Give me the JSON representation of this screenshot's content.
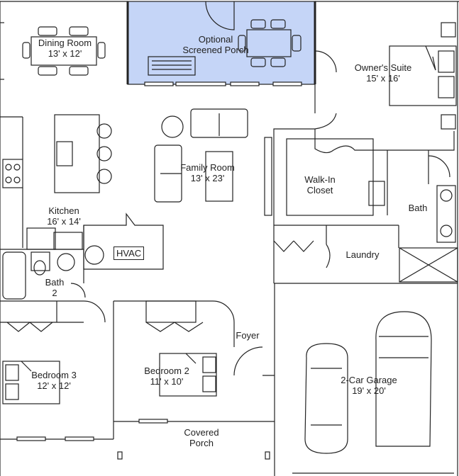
{
  "rooms": {
    "dining": {
      "name": "Dining Room",
      "size": "13' x 12'"
    },
    "porch": {
      "name_line1": "Optional",
      "name_line2": "Screened Porch"
    },
    "owners": {
      "name": "Owner's Suite",
      "size": "15' x 16'"
    },
    "family": {
      "name": "Family Room",
      "size": "13' x 23'"
    },
    "walkin": {
      "name_line1": "Walk-In",
      "name_line2": "Closet"
    },
    "kitchen": {
      "name": "Kitchen",
      "size": "16' x 14'"
    },
    "hvac": {
      "name": "HVAC"
    },
    "bath_owner": {
      "name": "Bath"
    },
    "laundry": {
      "name": "Laundry"
    },
    "bath2": {
      "name_line1": "Bath",
      "name_line2": "2"
    },
    "foyer": {
      "name": "Foyer"
    },
    "bedroom3": {
      "name": "Bedroom 3",
      "size": "12' x 12'"
    },
    "bedroom2": {
      "name": "Bedroom 2",
      "size": "11' x 10'"
    },
    "garage": {
      "name": "2-Car Garage",
      "size": "19' x 20'"
    },
    "covered_porch": {
      "name_line1": "Covered",
      "name_line2": "Porch"
    }
  },
  "colors": {
    "porch_fill": "#c5d5f7",
    "wall": "#222222",
    "background": "#ffffff"
  }
}
